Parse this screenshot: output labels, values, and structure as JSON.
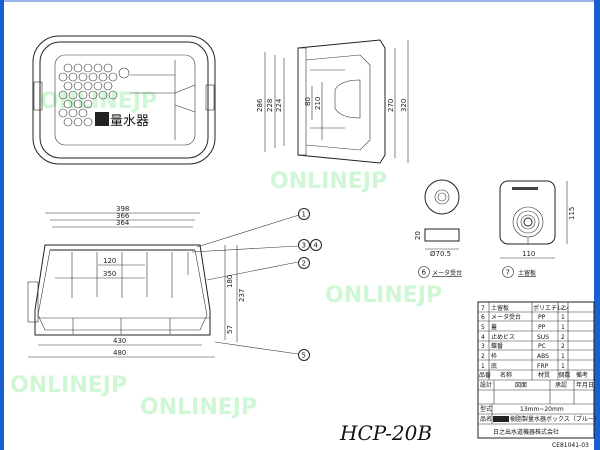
{
  "watermark": "ONLINEJP",
  "lid": {
    "logo_text": "量水器"
  },
  "front_view": {
    "dims": {
      "w398": "398",
      "w366": "366",
      "w364": "364",
      "w120": "120",
      "w350": "350",
      "h180": "180",
      "h237": "237",
      "h57": "57",
      "w430": "430",
      "w480": "480"
    }
  },
  "side_view": {
    "dims": {
      "h286": "286",
      "h228": "228",
      "h224": "224",
      "h80": "80",
      "h210": "210",
      "h270": "270",
      "h320": "320"
    }
  },
  "balloons": [
    "1",
    "2",
    "3",
    "4",
    "5"
  ],
  "part6": {
    "num": "6",
    "label": "メータ受台",
    "dim_h": "20",
    "dim_d": "Ø70.5"
  },
  "part7": {
    "num": "7",
    "label": "土留板",
    "dim_h": "115",
    "dim_w": "110"
  },
  "parts_table": {
    "rows": [
      {
        "no": "7",
        "name": "土留板",
        "material": "ポリエチレン",
        "qty": "2"
      },
      {
        "no": "6",
        "name": "メータ受台",
        "material": "PP",
        "qty": "1"
      },
      {
        "no": "5",
        "name": "蓋",
        "material": "PP",
        "qty": "1"
      },
      {
        "no": "4",
        "name": "止めビス",
        "material": "SUS",
        "qty": "2"
      },
      {
        "no": "3",
        "name": "蝶番",
        "material": "PC",
        "qty": "2"
      },
      {
        "no": "2",
        "name": "枠",
        "material": "ABS",
        "qty": "1"
      },
      {
        "no": "1",
        "name": "底",
        "material": "FRP",
        "qty": "1"
      }
    ],
    "header": {
      "no": "品番",
      "name": "名称",
      "material": "材質",
      "qty": "個数",
      "remarks": "備考"
    },
    "sign_row": {
      "design": "設計",
      "drawing": "図面",
      "approval": "承認",
      "date": "年月日"
    },
    "model_label": "型式",
    "model_value": "13mm~20mm",
    "product_label": "品名",
    "product_value": "樹脂製量水器ボックス（ブルー）",
    "company": "日之出水道機器株式会社",
    "code": "CE81041-03"
  },
  "handwritten_model": "HCP-20B",
  "colors": {
    "frame_blue": "#1a5fd0",
    "watermark": "#bff5c8"
  }
}
